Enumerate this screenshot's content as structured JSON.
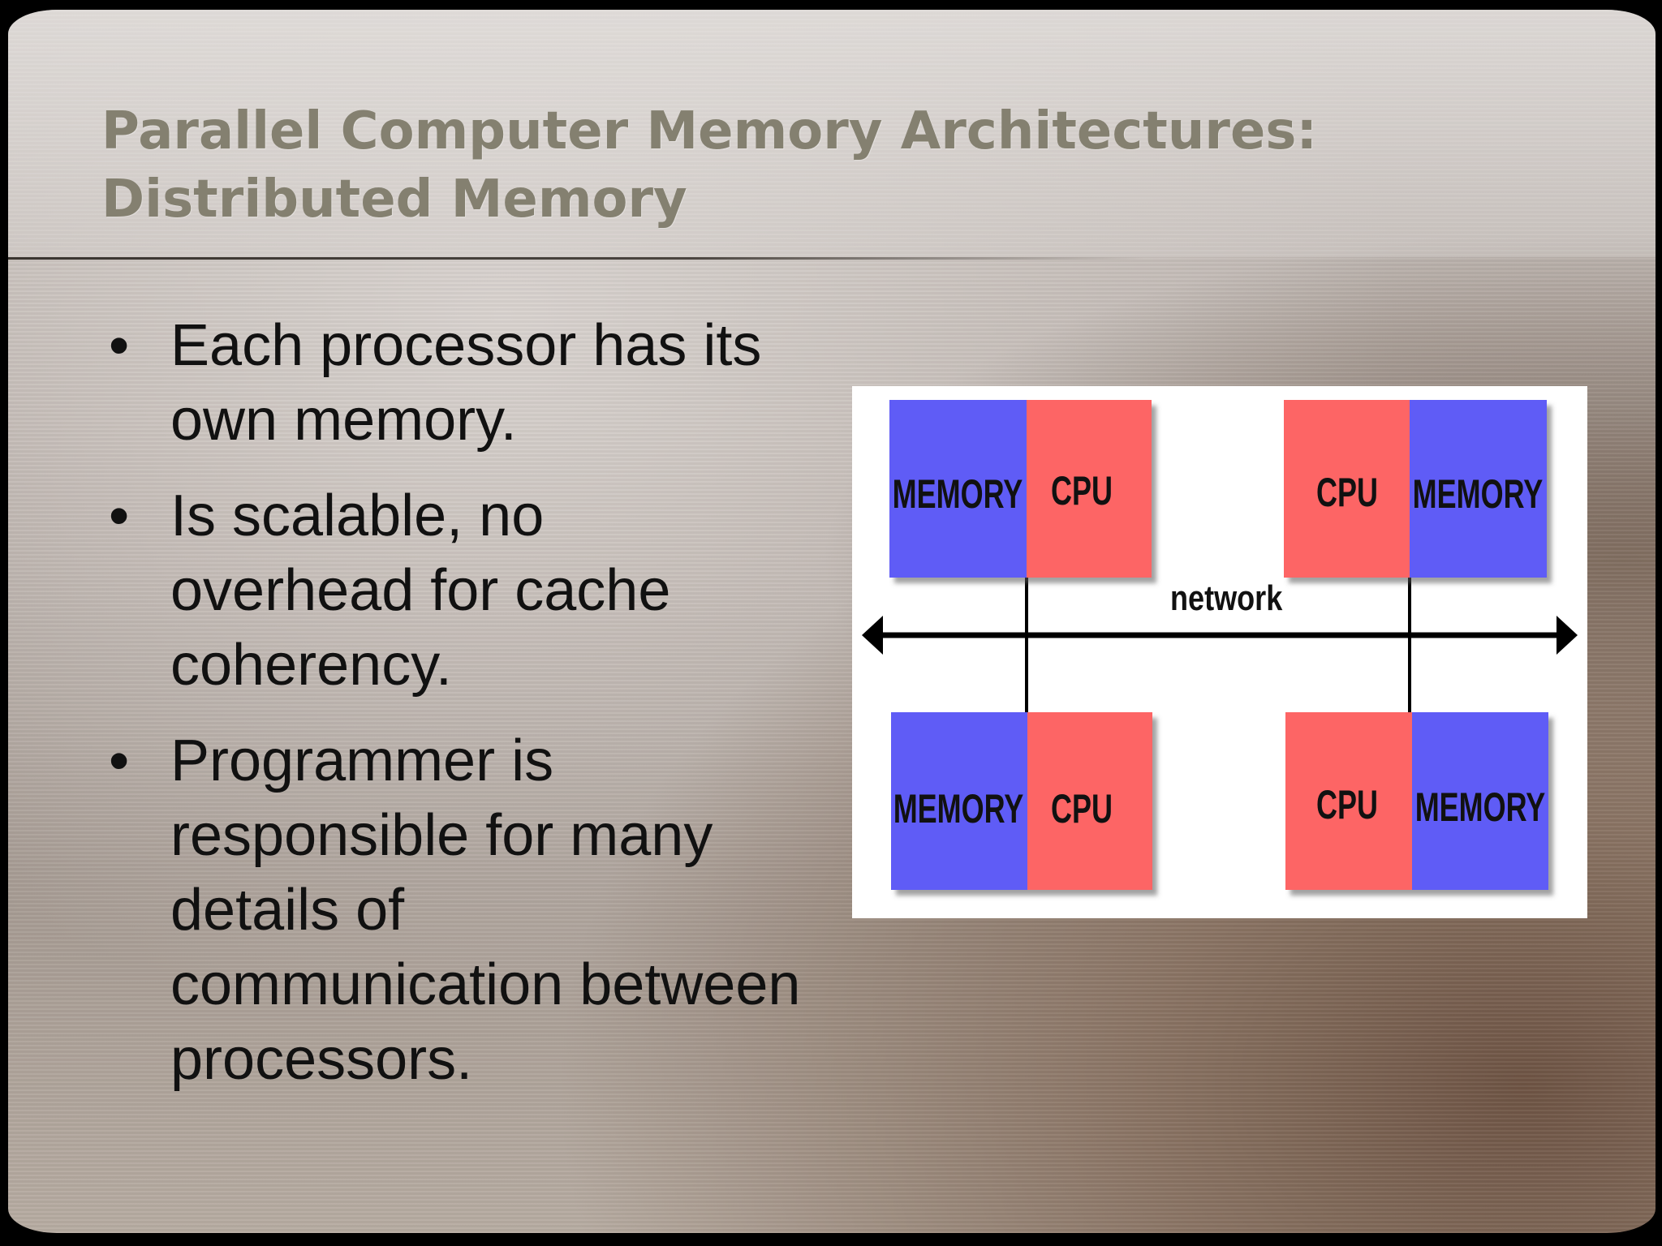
{
  "slide": {
    "title_line1": "Parallel Computer Memory Architectures:",
    "title_line2": "Distributed Memory",
    "bullets": [
      "Each processor has its own memory.",
      "Is scalable, no overhead for cache coherency.",
      "Programmer is responsible for many details of communication between processors."
    ],
    "bullet_symbol": "•"
  },
  "diagram": {
    "network_label": "network",
    "nodes": [
      {
        "position": "top-left",
        "memory_label": "MEMORY",
        "cpu_label": "CPU"
      },
      {
        "position": "top-right",
        "memory_label": "MEMORY",
        "cpu_label": "CPU"
      },
      {
        "position": "bottom-left",
        "memory_label": "MEMORY",
        "cpu_label": "CPU"
      },
      {
        "position": "bottom-right",
        "memory_label": "MEMORY",
        "cpu_label": "CPU"
      }
    ],
    "colors": {
      "memory": "#5e5cf6",
      "cpu": "#fd6565",
      "line": "#000000"
    }
  }
}
